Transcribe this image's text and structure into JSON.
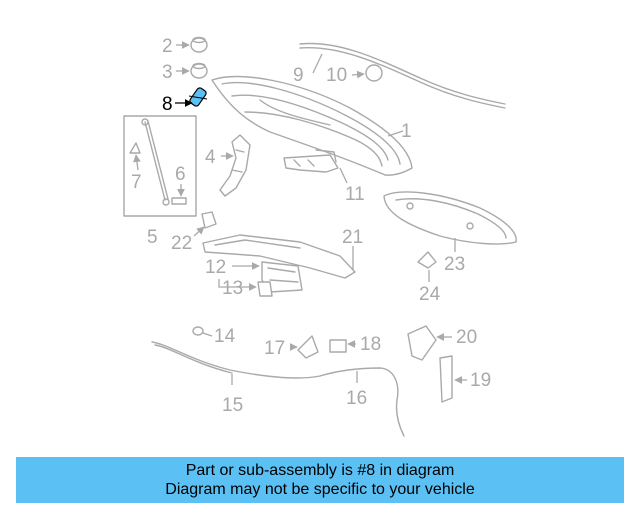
{
  "callouts": [
    "1",
    "2",
    "3",
    "4",
    "5",
    "6",
    "7",
    "8",
    "9",
    "10",
    "11",
    "12",
    "13",
    "14",
    "15",
    "16",
    "17",
    "18",
    "19",
    "20",
    "21",
    "22",
    "23",
    "24"
  ],
  "highlight": {
    "label": "8",
    "color": "#5bc0f4"
  },
  "caption": {
    "line1": "Part or sub-assembly is #8 in diagram",
    "line2": "Diagram may not be specific to your vehicle",
    "background": "#5bc0f4"
  }
}
